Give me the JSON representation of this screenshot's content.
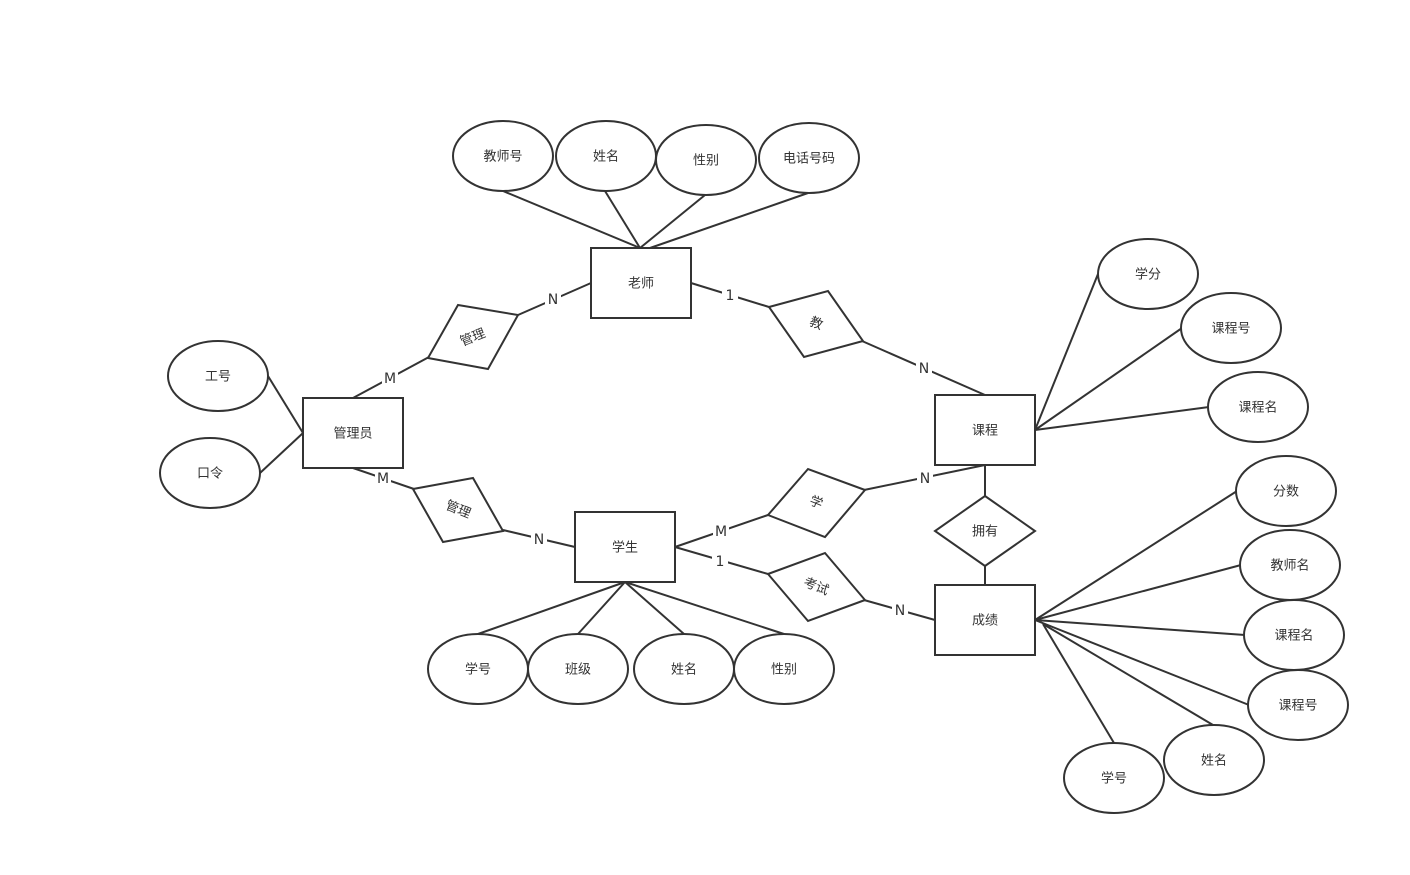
{
  "entities": {
    "teacher": "老师",
    "admin": "管理员",
    "course": "课程",
    "student": "学生",
    "score": "成绩"
  },
  "relationships": {
    "manage_teacher": "管理",
    "manage_student": "管理",
    "teach": "教",
    "learn": "学",
    "exam": "考试",
    "has": "拥有"
  },
  "attributes": {
    "teacher_no": "教师号",
    "teacher_name": "姓名",
    "teacher_gender": "性别",
    "teacher_phone": "电话号码",
    "admin_id": "工号",
    "admin_password": "口令",
    "course_credit": "学分",
    "course_no": "课程号",
    "course_name": "课程名",
    "student_no": "学号",
    "student_class": "班级",
    "student_name": "姓名",
    "student_gender": "性别",
    "score_value": "分数",
    "score_teacher_name": "教师名",
    "score_course_name": "课程名",
    "score_course_no": "课程号",
    "score_name": "姓名",
    "score_student_no": "学号"
  },
  "cardinalities": {
    "manage_teacher_teacher": "N",
    "manage_teacher_admin": "M",
    "teach_teacher": "1",
    "teach_course": "N",
    "manage_student_admin": "M",
    "manage_student_student": "N",
    "learn_student": "M",
    "learn_course": "N",
    "exam_student": "1",
    "exam_score": "N"
  }
}
